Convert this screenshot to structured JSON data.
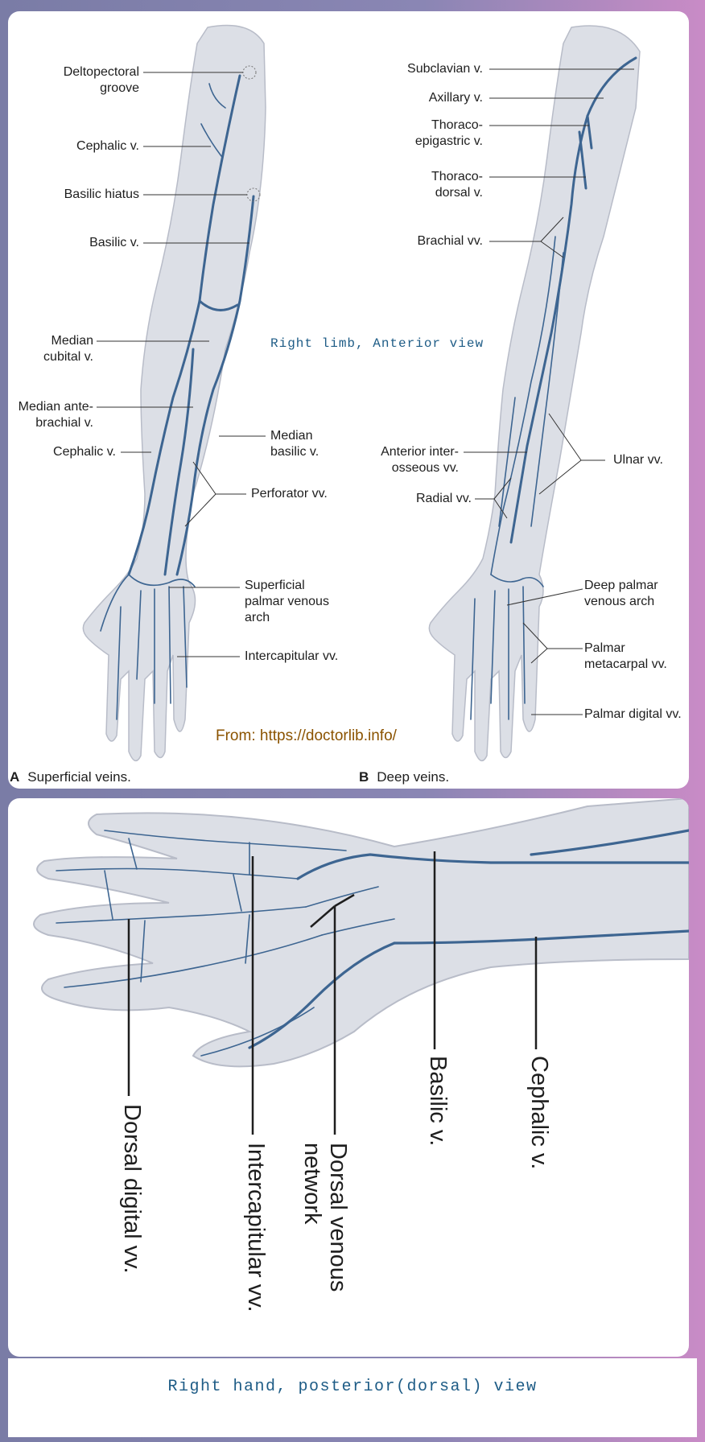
{
  "figure": {
    "source": "From: https://doctorlib.info/",
    "panel_a": {
      "view_title": "Right limb, Anterior view",
      "caption_letter": "A",
      "caption_text": "Superficial veins.",
      "labels": {
        "deltopectoral_l1": "Deltopectoral",
        "deltopectoral_l2": "groove",
        "cephalic_upper": "Cephalic v.",
        "basilic_hiatus": "Basilic hiatus",
        "basilic": "Basilic v.",
        "median_cubital_l1": "Median",
        "median_cubital_l2": "cubital v.",
        "median_ante_l1": "Median ante-",
        "median_ante_l2": "brachial v.",
        "cephalic_lower": "Cephalic v.",
        "median_basilic_l1": "Median",
        "median_basilic_l2": "basilic v.",
        "perforator": "Perforator vv.",
        "superficial_palmar_l1": "Superficial",
        "superficial_palmar_l2": "palmar venous",
        "superficial_palmar_l3": "arch",
        "intercapitular": "Intercapitular vv."
      }
    },
    "panel_b": {
      "caption_letter": "B",
      "caption_text": "Deep veins.",
      "labels": {
        "subclavian": "Subclavian v.",
        "axillary": "Axillary v.",
        "thoraco_epi_l1": "Thoraco-",
        "thoraco_epi_l2": "epigastric v.",
        "thoraco_dor_l1": "Thoraco-",
        "thoraco_dor_l2": "dorsal v.",
        "brachial": "Brachial vv.",
        "anterior_inter_l1": "Anterior inter-",
        "anterior_inter_l2": "osseous vv.",
        "radial": "Radial vv.",
        "ulnar": "Ulnar vv.",
        "deep_palmar_l1": "Deep palmar",
        "deep_palmar_l2": "venous arch",
        "palmar_meta_l1": "Palmar",
        "palmar_meta_l2": "metacarpal vv.",
        "palmar_digital": "Palmar digital vv."
      }
    },
    "panel_c": {
      "view_title": "Right hand, posterior(dorsal) view",
      "labels": {
        "dorsal_digital": "Dorsal digital vv.",
        "intercapitular": "Intercapitular vv.",
        "dorsal_venous_l1": "Dorsal venous",
        "dorsal_venous_l2": "network",
        "basilic": "Basilic v.",
        "cephalic": "Cephalic v."
      }
    },
    "colors": {
      "vein": "#3d6591",
      "skin": "#dcdfe6",
      "title": "#1e5c86",
      "source": "#8b5300"
    }
  }
}
